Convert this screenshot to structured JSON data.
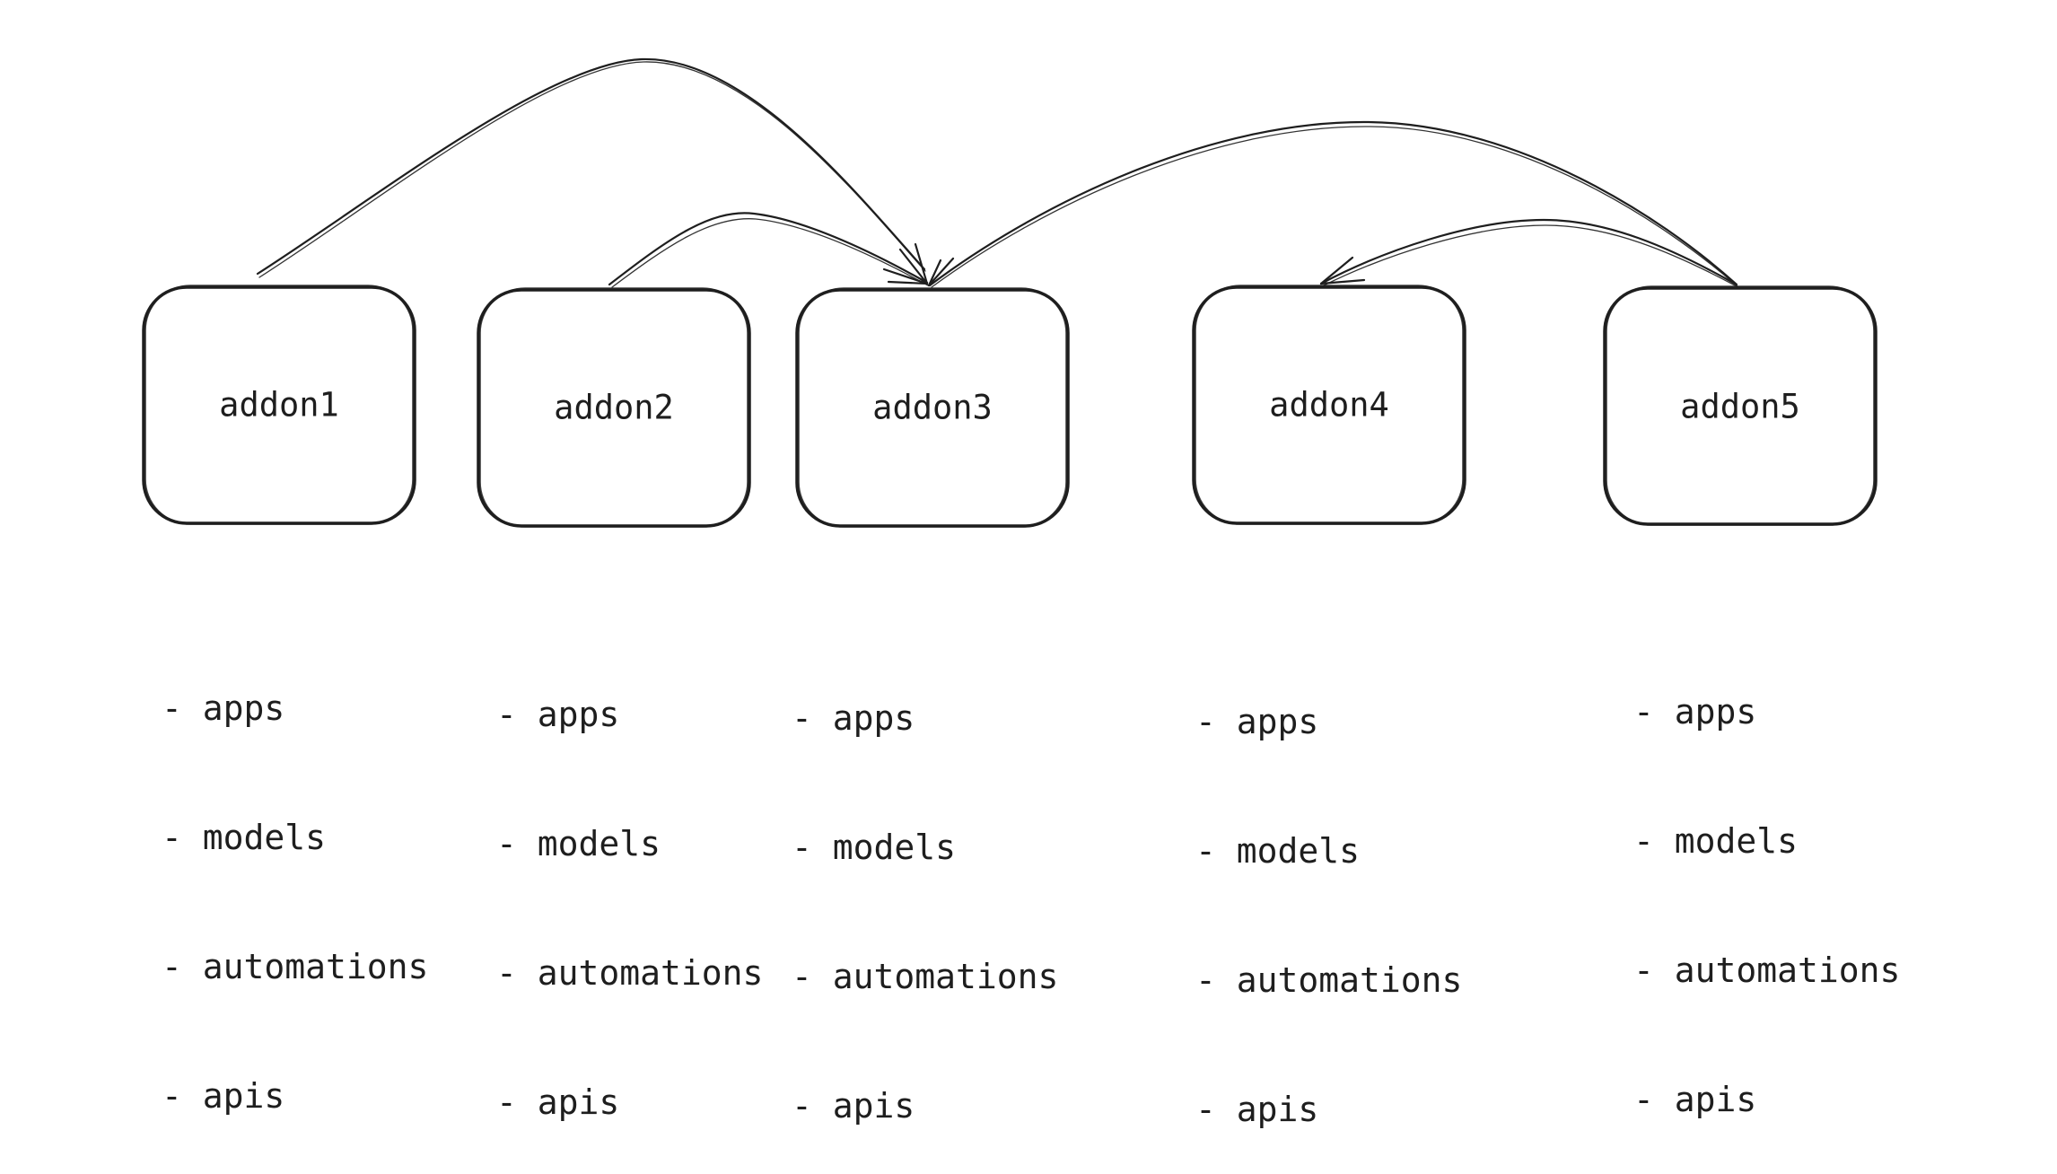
{
  "diagram": {
    "nodes": [
      {
        "id": "addon1",
        "label": "addon1",
        "items": [
          "- apps",
          "- models",
          "- automations",
          "- apis"
        ]
      },
      {
        "id": "addon2",
        "label": "addon2",
        "items": [
          "- apps",
          "- models",
          "- automations",
          "- apis"
        ]
      },
      {
        "id": "addon3",
        "label": "addon3",
        "items": [
          "- apps",
          "- models",
          "- automations",
          "- apis"
        ]
      },
      {
        "id": "addon4",
        "label": "addon4",
        "items": [
          "- apps",
          "- models",
          "- automations",
          "- apis"
        ]
      },
      {
        "id": "addon5",
        "label": "addon5",
        "items": [
          "- apps",
          "- models",
          "- automations",
          "- apis"
        ]
      }
    ],
    "edges": [
      {
        "from": "addon1",
        "to": "addon3"
      },
      {
        "from": "addon2",
        "to": "addon3"
      },
      {
        "from": "addon5",
        "to": "addon3"
      },
      {
        "from": "addon5",
        "to": "addon4"
      }
    ],
    "colors": {
      "stroke": "#1e1e1e",
      "background": "#ffffff"
    }
  }
}
